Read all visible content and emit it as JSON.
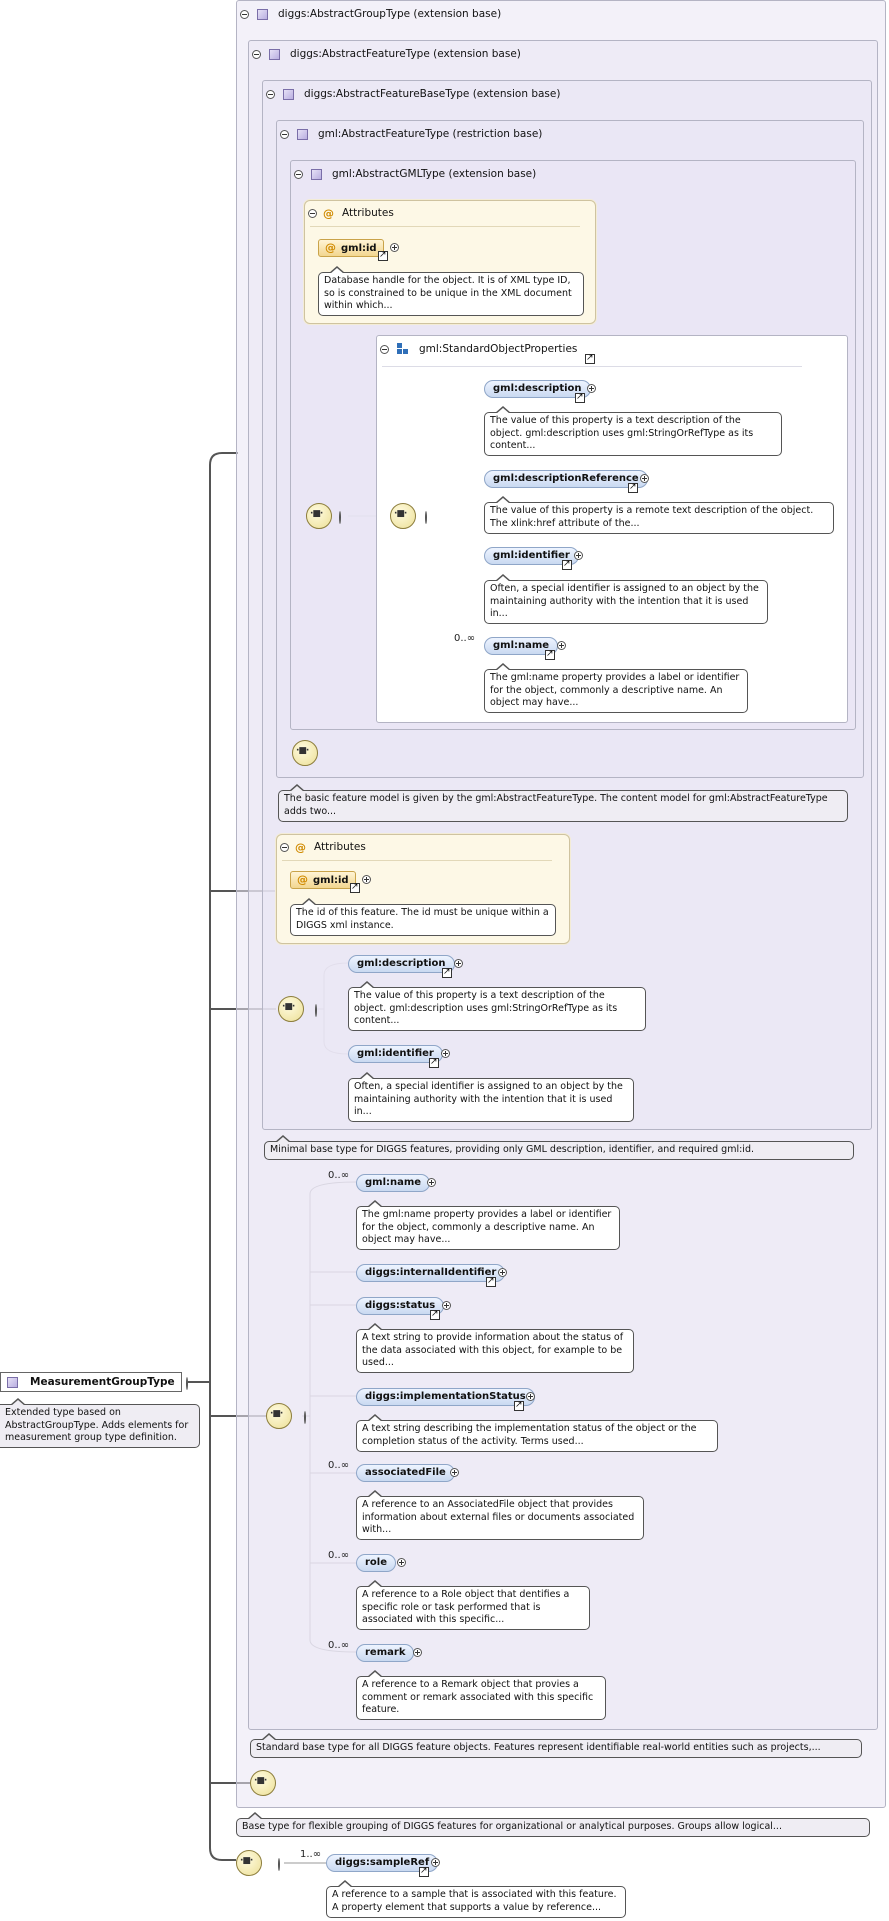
{
  "root": {
    "name": "MeasurementGroupType",
    "doc": "Extended type based on AbstractGroupType. Adds elements for measurement group type definition."
  },
  "types": {
    "abstract_group": "diggs:AbstractGroupType (extension base)",
    "abstract_feature": "diggs:AbstractFeatureType (extension base)",
    "abstract_feature_base": "diggs:AbstractFeatureBaseType (extension base)",
    "gml_abstract_feature": "gml:AbstractFeatureType (restriction base)",
    "gml_abstract_gml": "gml:AbstractGMLType (extension base)"
  },
  "attributes_label": "Attributes",
  "gml_id": {
    "name": "gml:id",
    "doc1": "Database handle for the object. It is of XML type ID, so is constrained to be unique in the XML document within which...",
    "doc2": "The id of this feature. The id must be unique within a DIGGS xml instance."
  },
  "standard_object_properties": "gml:StandardObjectProperties",
  "sop": {
    "description": {
      "name": "gml:description",
      "doc": "The value of this property is a text description of the object. gml:description uses gml:StringOrRefType as its content..."
    },
    "description_reference": {
      "name": "gml:descriptionReference",
      "doc": "The value of this property is a remote text description of the object. The xlink:href attribute of the..."
    },
    "identifier": {
      "name": "gml:identifier",
      "doc": "Often, a special identifier is assigned to an object by the maintaining authority with the intention that it is used in..."
    },
    "name": {
      "name": "gml:name",
      "mult": "0..∞",
      "doc": "The gml:name property provides a label or identifier for the object, commonly a descriptive name. An object may have..."
    }
  },
  "gml_abstract_feature_doc": "The basic feature model is given by the gml:AbstractFeatureType. The content model for gml:AbstractFeatureType adds two...",
  "base": {
    "description": {
      "name": "gml:description",
      "doc": "The value of this property is a text description of the object. gml:description uses gml:StringOrRefType as its content..."
    },
    "identifier": {
      "name": "gml:identifier",
      "doc": "Often, a special identifier is assigned to an object by the maintaining authority with the intention that it is used in..."
    }
  },
  "abstract_feature_base_doc": "Minimal base type for DIGGS features, providing only GML description, identifier, and required gml:id.",
  "feature": {
    "name": {
      "name": "gml:name",
      "mult": "0..∞",
      "doc": "The gml:name property provides a label or identifier for the object, commonly a descriptive name. An object may have..."
    },
    "internal_identifier": {
      "name": "diggs:internalIdentifier"
    },
    "status": {
      "name": "diggs:status",
      "doc": "A text string to provide information about the status of the data associated with this object, for example to be used..."
    },
    "implementation_status": {
      "name": "diggs:implementationStatus",
      "doc": "A text string describing the implementation status of the object or the completion status of the activity. Terms used..."
    },
    "associated_file": {
      "name": "associatedFile",
      "mult": "0..∞",
      "doc": "A reference to an AssociatedFile object that provides information about external files or documents associated with..."
    },
    "role": {
      "name": "role",
      "mult": "0..∞",
      "doc": "A reference to a Role object that dentifies a specific role or task performed that is associated with this specific..."
    },
    "remark": {
      "name": "remark",
      "mult": "0..∞",
      "doc": "A reference to a Remark object that provies a comment or remark associated with this specific feature."
    }
  },
  "abstract_feature_doc": "Standard base type for all DIGGS feature objects. Features represent identifiable real-world entities such as projects,...",
  "abstract_group_doc": "Base type for flexible grouping of DIGGS features for organizational or analytical purposes. Groups allow logical...",
  "sample_ref": {
    "name": "diggs:sampleRef",
    "mult": "1..∞",
    "doc": "A reference to a sample that is associated with this feature. A property element that supports a value by reference..."
  }
}
